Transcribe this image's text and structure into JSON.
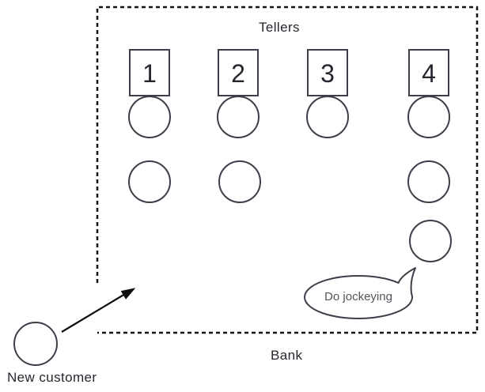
{
  "labels": {
    "tellers": "Tellers",
    "bank": "Bank",
    "new_customer": "New customer"
  },
  "tellers": [
    {
      "label": "1"
    },
    {
      "label": "2"
    },
    {
      "label": "3"
    },
    {
      "label": "4"
    }
  ],
  "queues": [
    {
      "teller": "1",
      "customers_waiting": 2
    },
    {
      "teller": "2",
      "customers_waiting": 2
    },
    {
      "teller": "3",
      "customers_waiting": 1
    },
    {
      "teller": "4",
      "customers_waiting": 3
    }
  ],
  "speech_bubble": {
    "text": "Do jockeying"
  },
  "colors": {
    "shape_stroke": "#3e3e4a",
    "boundary_stroke": "#141414",
    "label_text": "#26262f",
    "bubble_text": "#55555f",
    "background": "#ffffff"
  }
}
